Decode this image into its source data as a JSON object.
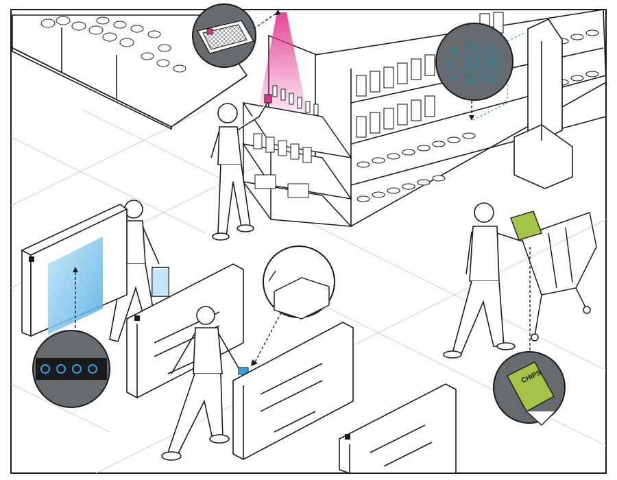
{
  "price_display": {
    "price_up": "$4.19",
    "price_current": "$3.59",
    "price_down": "$2.99",
    "arrow_up_icon": "arrow-up",
    "menu_icon": "menu-lines",
    "arrow_down_icon": "arrow-down"
  },
  "package_label": "CHIPS",
  "colors": {
    "line": "#1a1a1a",
    "magnifier_fill": "#666b70",
    "price_text": "#2e7d92",
    "accent_blue": "#2aa5e0",
    "sensor_pink": "#e0328a",
    "screen_green": "#a3c446",
    "gate_glow": "#8fd2f3"
  }
}
